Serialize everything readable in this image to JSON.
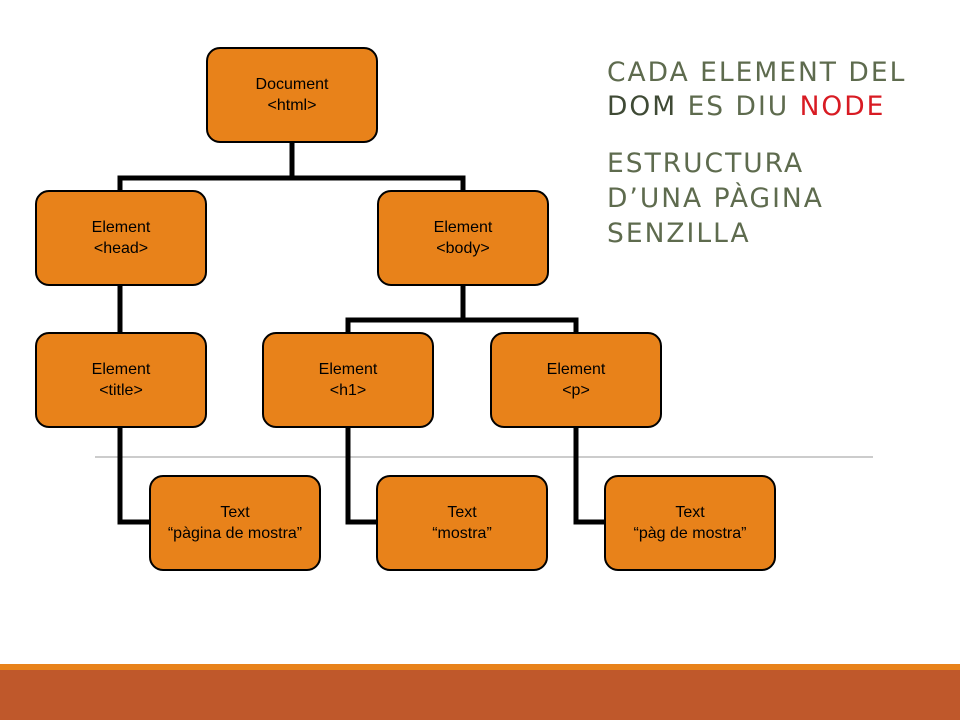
{
  "heading": {
    "line1": "CADA ELEMENT DEL",
    "line2_strong": "DOM",
    "line2_mid": " ES DIU ",
    "line2_accent": "NODE"
  },
  "subheading": {
    "lines": [
      "ESTRUCTURA",
      "D’UNA PÀGINA",
      "SENZILLA"
    ]
  },
  "tree": {
    "document": {
      "type": "Document",
      "tag": "<html>"
    },
    "head": {
      "type": "Element",
      "tag": "<head>"
    },
    "body": {
      "type": "Element",
      "tag": "<body>"
    },
    "title": {
      "type": "Element",
      "tag": "<title>"
    },
    "h1": {
      "type": "Element",
      "tag": "<h1>"
    },
    "p": {
      "type": "Element",
      "tag": "<p>"
    },
    "text_title": {
      "type": "Text",
      "value": "“pàgina de mostra”"
    },
    "text_h1": {
      "type": "Text",
      "value": "“mostra”"
    },
    "text_p": {
      "type": "Text",
      "value": "“pàg de mostra”"
    }
  },
  "colors": {
    "node_fill": "#E8821A",
    "connector": "#000000",
    "divider": "#999999",
    "footer_thin": "#E8821A",
    "footer_thick": "#BF582B",
    "heading_text": "#5E6B4E",
    "heading_accent": "#D81B23"
  }
}
